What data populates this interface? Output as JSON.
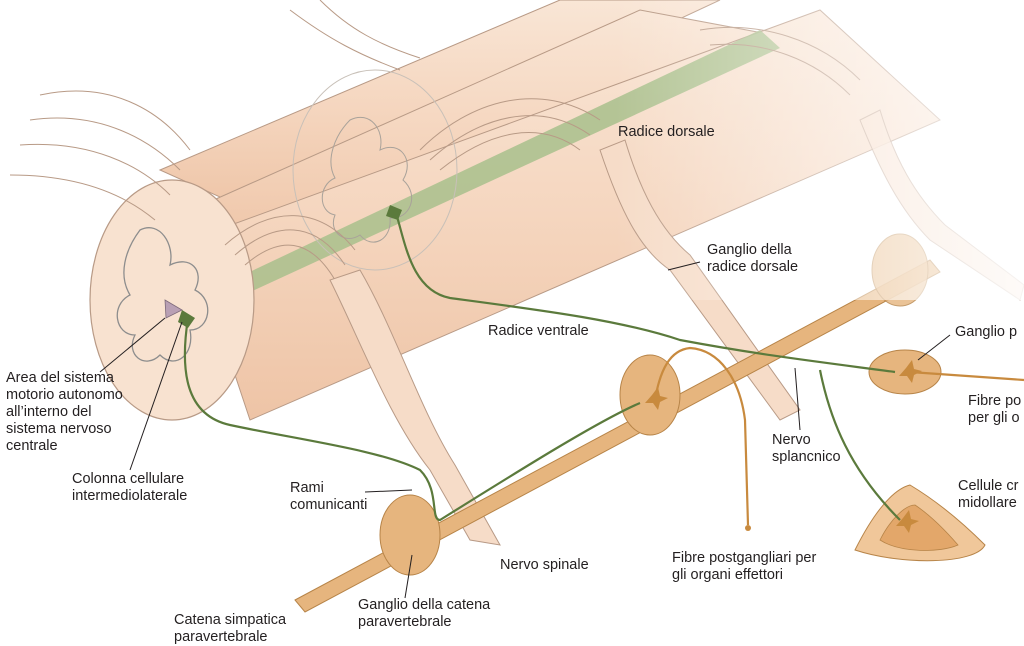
{
  "labels": {
    "radice_dorsale": "Radice dorsale",
    "ganglio_radice_dorsale": [
      "Ganglio della",
      "radice dorsale"
    ],
    "radice_ventrale": "Radice ventrale",
    "ganglio_p": "Ganglio p",
    "area_sistema": [
      "Area del sistema",
      "motorio autonomo",
      "all’interno del",
      "sistema nervoso",
      "centrale"
    ],
    "fibre_po": [
      "Fibre po",
      "per gli o"
    ],
    "nervo_splancnico": [
      "Nervo",
      "splancnico"
    ],
    "cellule_cr": [
      "Cellule cr",
      "midollare"
    ],
    "colonna_cellulare": [
      "Colonna cellulare",
      "intermediolaterale"
    ],
    "rami_comunicanti": [
      "Rami",
      "comunicanti"
    ],
    "nervo_spinale": "Nervo spinale",
    "fibre_postgangliari": [
      "Fibre postgangliari per",
      "gli organi effettori"
    ],
    "catena_simpatica": [
      "Catena simpatica",
      "paravertebrale"
    ],
    "ganglio_catena": [
      "Ganglio della catena",
      "paravertebrale"
    ]
  },
  "colors": {
    "tissue": "#f6d9c3",
    "tissue_outline": "#b89a86",
    "preganglionic": "#5b7a3c",
    "postganglionic": "#c88a3e",
    "ganglion": "#e6b57e",
    "green_band": "#a8bf8c",
    "text": "#231f20"
  }
}
